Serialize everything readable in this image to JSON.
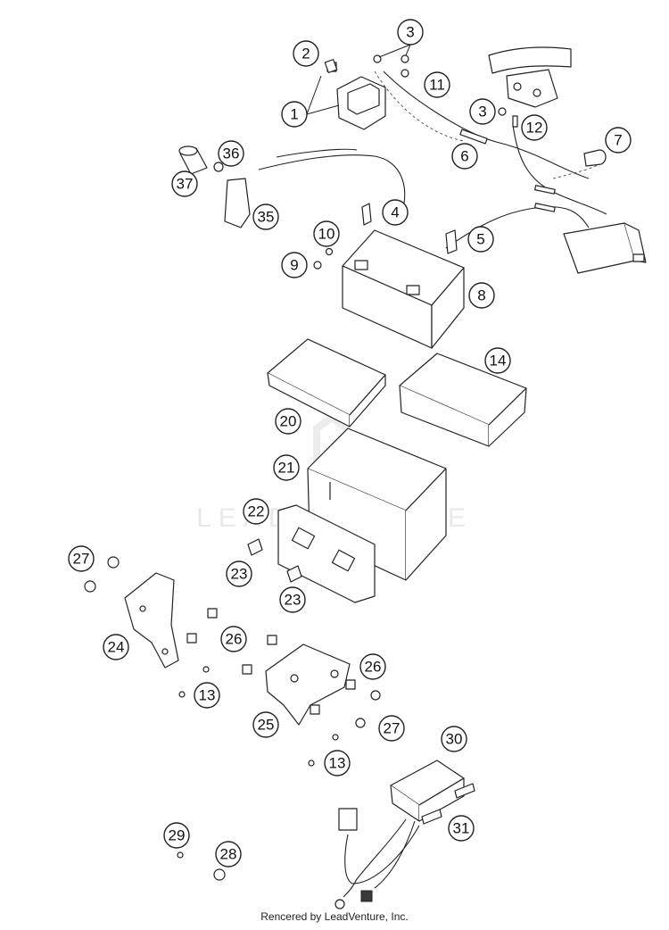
{
  "footer": {
    "credit": "Rencered by LeadVenture, Inc."
  },
  "watermark": {
    "text": "LEADVENTURE"
  },
  "callouts": [
    {
      "label": "1"
    },
    {
      "label": "2"
    },
    {
      "label": "3"
    },
    {
      "label": "3"
    },
    {
      "label": "4"
    },
    {
      "label": "5"
    },
    {
      "label": "6"
    },
    {
      "label": "7"
    },
    {
      "label": "8"
    },
    {
      "label": "9"
    },
    {
      "label": "10"
    },
    {
      "label": "11"
    },
    {
      "label": "12"
    },
    {
      "label": "13"
    },
    {
      "label": "13"
    },
    {
      "label": "14"
    },
    {
      "label": "20"
    },
    {
      "label": "21"
    },
    {
      "label": "22"
    },
    {
      "label": "23"
    },
    {
      "label": "23"
    },
    {
      "label": "24"
    },
    {
      "label": "25"
    },
    {
      "label": "26"
    },
    {
      "label": "26"
    },
    {
      "label": "27"
    },
    {
      "label": "27"
    },
    {
      "label": "28"
    },
    {
      "label": "29"
    },
    {
      "label": "30"
    },
    {
      "label": "31"
    },
    {
      "label": "35"
    },
    {
      "label": "36"
    },
    {
      "label": "37"
    }
  ]
}
